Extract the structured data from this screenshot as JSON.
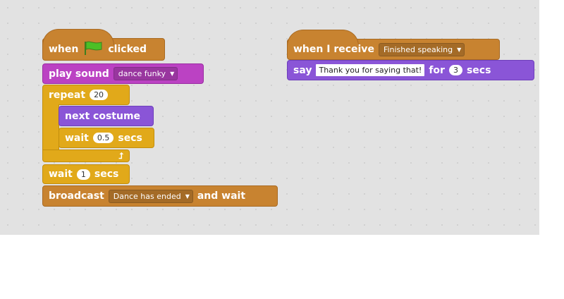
{
  "script1": {
    "hat": {
      "prefix": "when",
      "suffix": "clicked",
      "flag_icon": "green-flag-icon"
    },
    "play_sound": {
      "label": "play sound",
      "sound": "dance funky"
    },
    "repeat": {
      "label": "repeat",
      "times": "20"
    },
    "next_costume": {
      "label": "next costume"
    },
    "wait_inner": {
      "label": "wait",
      "value": "0.5",
      "unit": "secs"
    },
    "wait_outer": {
      "label": "wait",
      "value": "1",
      "unit": "secs"
    },
    "broadcast": {
      "label": "broadcast",
      "message": "Dance has ended",
      "suffix": "and wait"
    }
  },
  "script2": {
    "hat": {
      "label": "when I receive",
      "message": "Finished speaking"
    },
    "say": {
      "label": "say",
      "text": "Thank you for saying that!",
      "for_label": "for",
      "value": "3",
      "unit": "secs"
    }
  },
  "colors": {
    "events": "#c88330",
    "sound": "#bb42c3",
    "control": "#e1a91a",
    "looks": "#8a55d7",
    "canvas": "#e2e2e2"
  }
}
